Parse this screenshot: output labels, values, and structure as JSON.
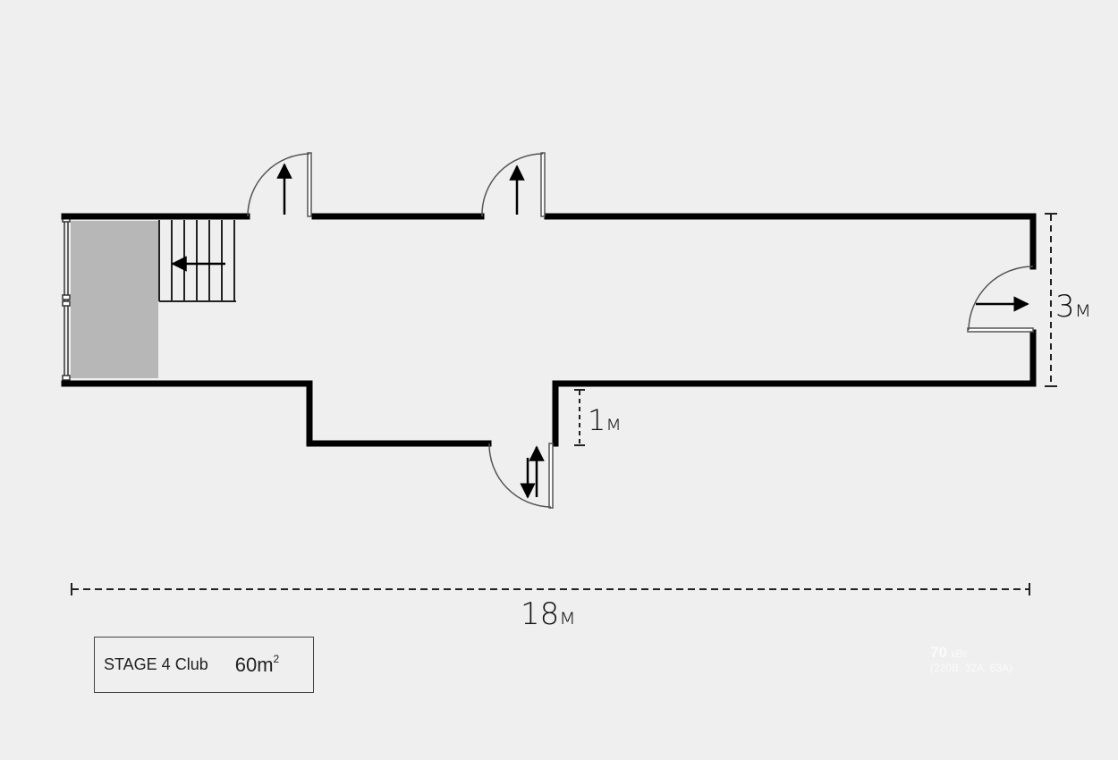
{
  "dimensions": {
    "width": {
      "value": "3",
      "unit": "м"
    },
    "depth": {
      "value": "1",
      "unit": "м"
    },
    "length": {
      "value": "18",
      "unit": "м"
    }
  },
  "legend": {
    "name": "STAGE 4 Club",
    "area": "60m",
    "area_exp": "2"
  },
  "power": {
    "value": "70",
    "unit": "кВт",
    "spec": "(220В, 32А, 63А)"
  },
  "colors": {
    "background": "#efefef",
    "wall": "#000000",
    "stage_fill": "#b7b7b7",
    "door_line": "#555555"
  },
  "icons": [
    "arrow-up-icon",
    "arrow-left-icon",
    "arrow-right-icon",
    "arrow-up-down-icon"
  ]
}
